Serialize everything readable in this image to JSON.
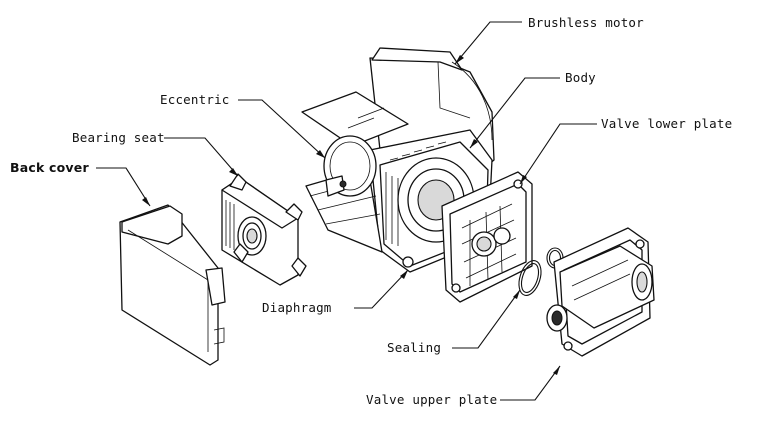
{
  "labels": {
    "brushless_motor": "Brushless motor",
    "body": "Body",
    "eccentric": "Eccentric",
    "valve_lower_plate": "Valve lower plate",
    "bearing_seat": "Bearing seat",
    "back_cover": "Back cover",
    "diaphragm": "Diaphragm",
    "sealing": "Sealing",
    "valve_upper_plate": "Valve upper plate"
  }
}
